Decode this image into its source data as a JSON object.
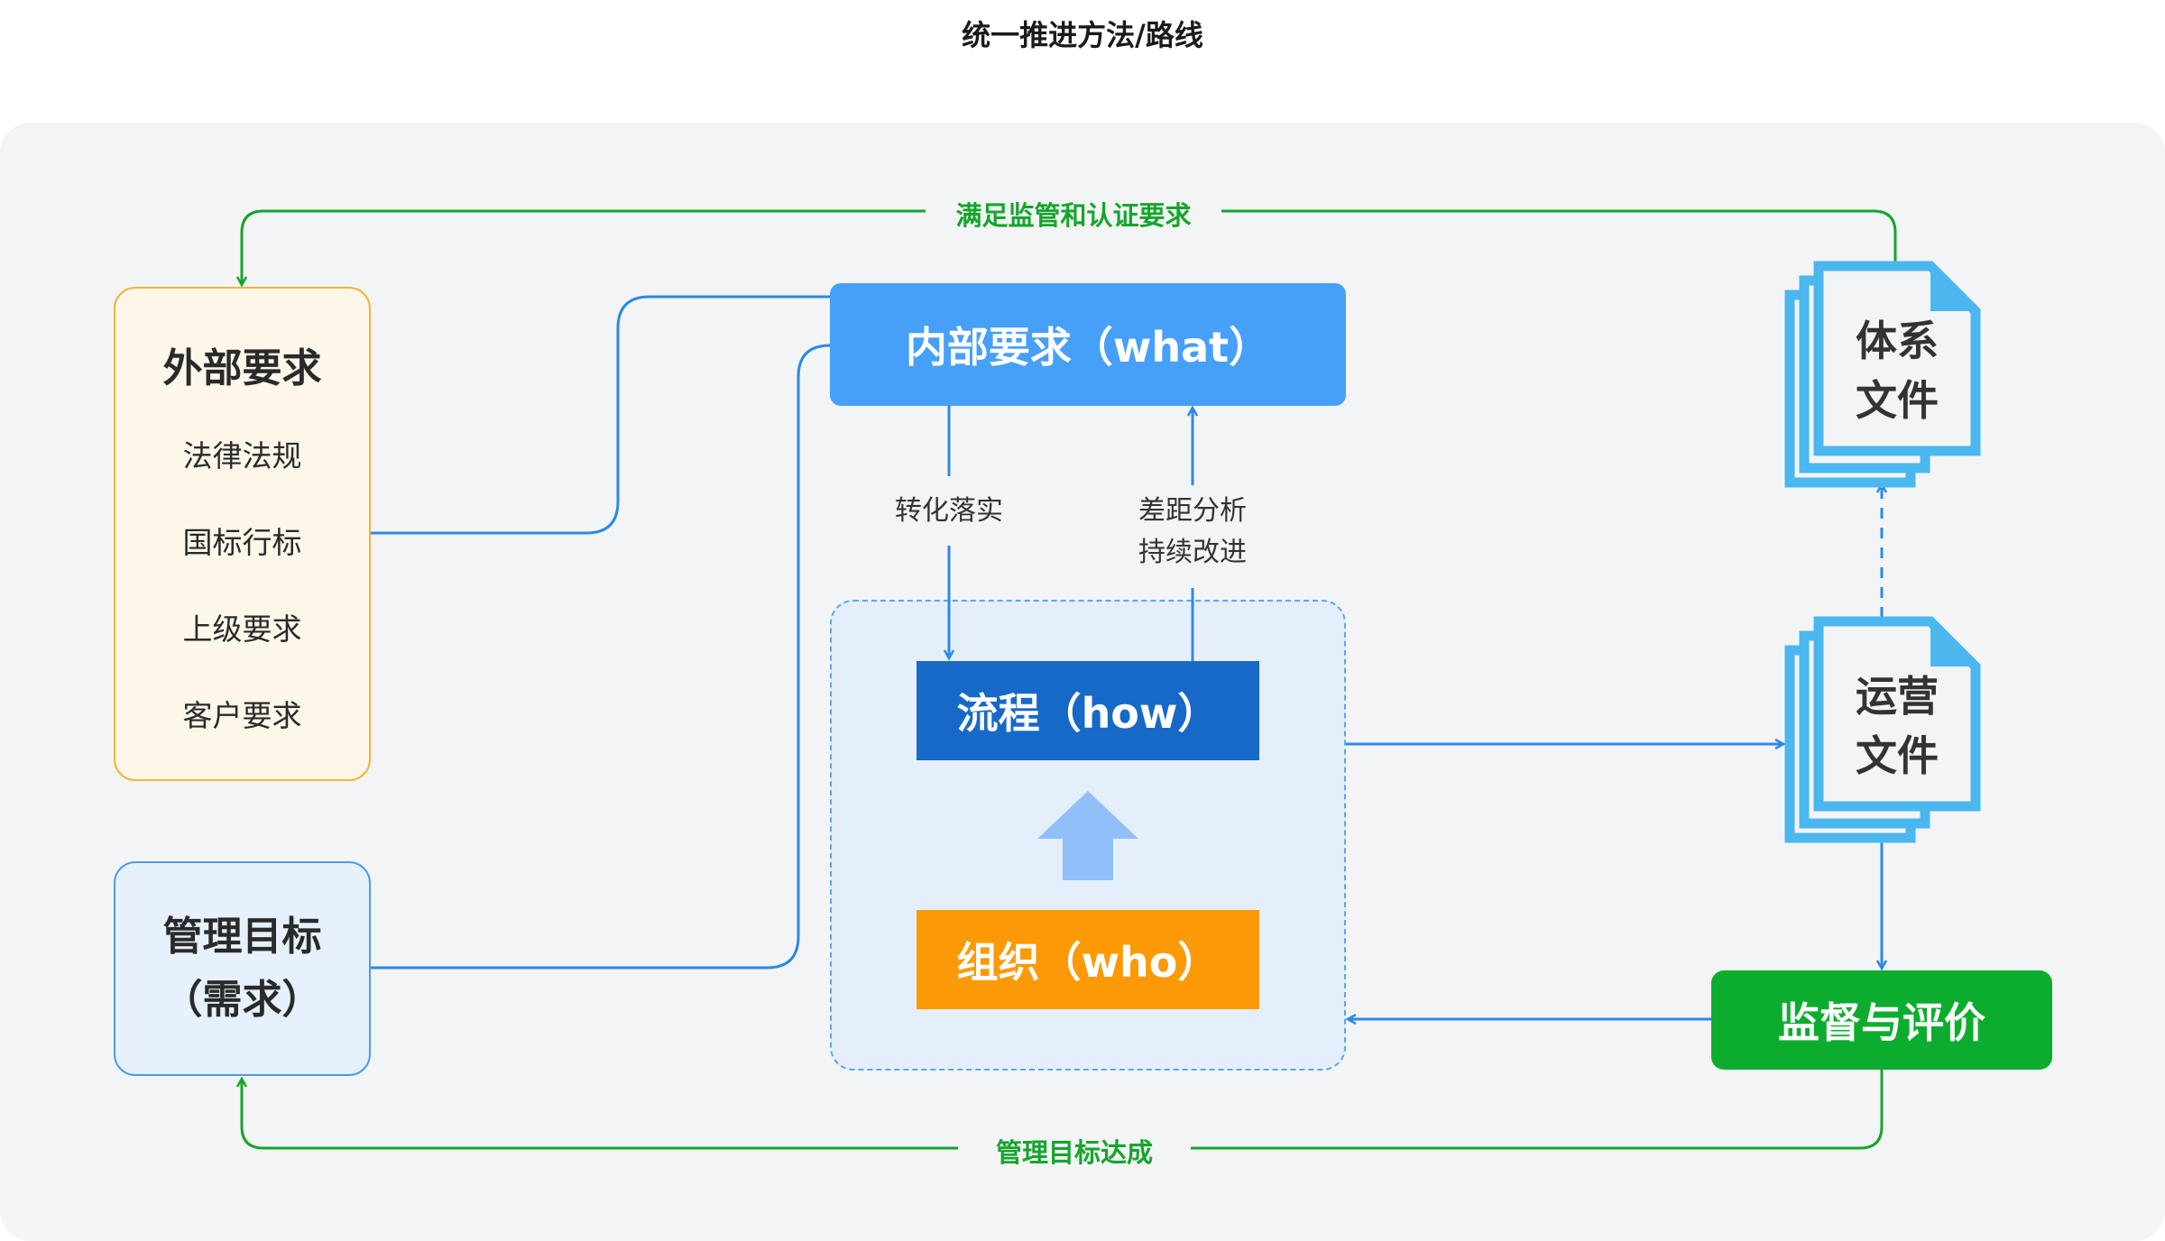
{
  "title": "统一推进方法/路线",
  "external": {
    "title": "外部要求",
    "items": [
      "法律法规",
      "国标行标",
      "上级要求",
      "客户要求"
    ]
  },
  "goal": {
    "line1": "管理目标",
    "line2": "（需求）"
  },
  "internal": {
    "label": "内部要求（what）"
  },
  "process": {
    "label": "流程（how）"
  },
  "organization": {
    "label": "组织（who）"
  },
  "arrows": {
    "implement": "转化落实",
    "gap_line1": "差距分析",
    "gap_line2": "持续改进"
  },
  "documents": {
    "system": {
      "line1": "体系",
      "line2": "文件"
    },
    "operation": {
      "line1": "运营",
      "line2": "文件"
    }
  },
  "supervise": {
    "label": "监督与评价"
  },
  "loops": {
    "top": "满足监管和认证要求",
    "bottom": "管理目标达成"
  },
  "colors": {
    "green": "#16a52c",
    "blue_line": "#2a8ae6",
    "doc_blue": "#4ab7ef",
    "orange": "#fb9a06"
  },
  "icons": [
    "document-stack-icon",
    "up-arrow-icon"
  ]
}
